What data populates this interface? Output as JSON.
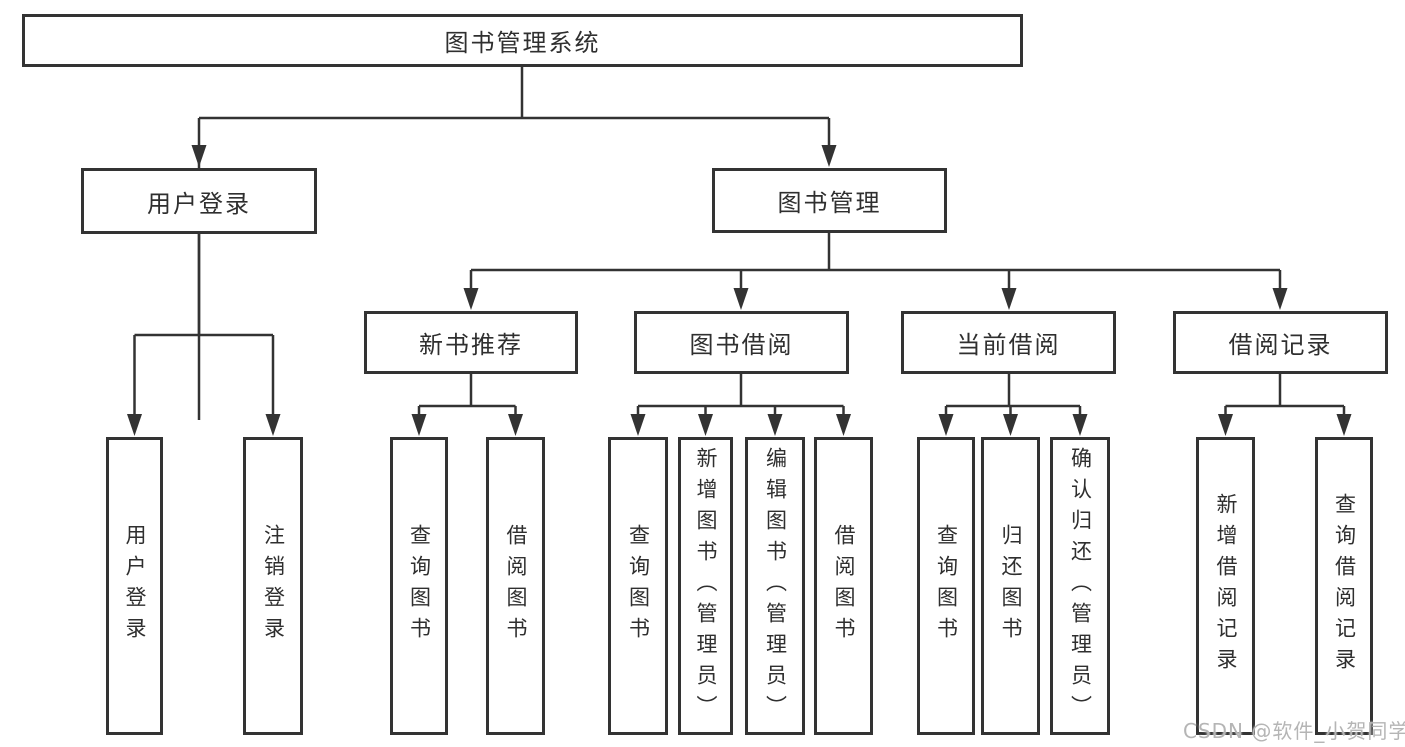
{
  "tree": {
    "label": "图书管理系统",
    "children": [
      {
        "label": "用户登录",
        "children": [
          {
            "label": "用户登录"
          },
          {
            "label": "注销登录"
          }
        ]
      },
      {
        "label": "图书管理",
        "children": [
          {
            "label": "新书推荐",
            "children": [
              {
                "label": "查询图书"
              },
              {
                "label": "借阅图书"
              }
            ]
          },
          {
            "label": "图书借阅",
            "children": [
              {
                "label": "查询图书"
              },
              {
                "label": "新增图书（管理员）"
              },
              {
                "label": "编辑图书（管理员）"
              },
              {
                "label": "借阅图书"
              }
            ]
          },
          {
            "label": "当前借阅",
            "children": [
              {
                "label": "查询图书"
              },
              {
                "label": "归还图书"
              },
              {
                "label": "确认归还（管理员）"
              }
            ]
          },
          {
            "label": "借阅记录",
            "children": [
              {
                "label": "新增借阅记录"
              },
              {
                "label": "查询借阅记录"
              }
            ]
          }
        ]
      }
    ]
  },
  "watermark": {
    "text": "CSDN @软件_小贺同学"
  },
  "colors": {
    "line": "#333333",
    "box_border": "#333333",
    "text": "#2f2f2f",
    "watermark": "#b5b5b5",
    "background": "#ffffff"
  }
}
